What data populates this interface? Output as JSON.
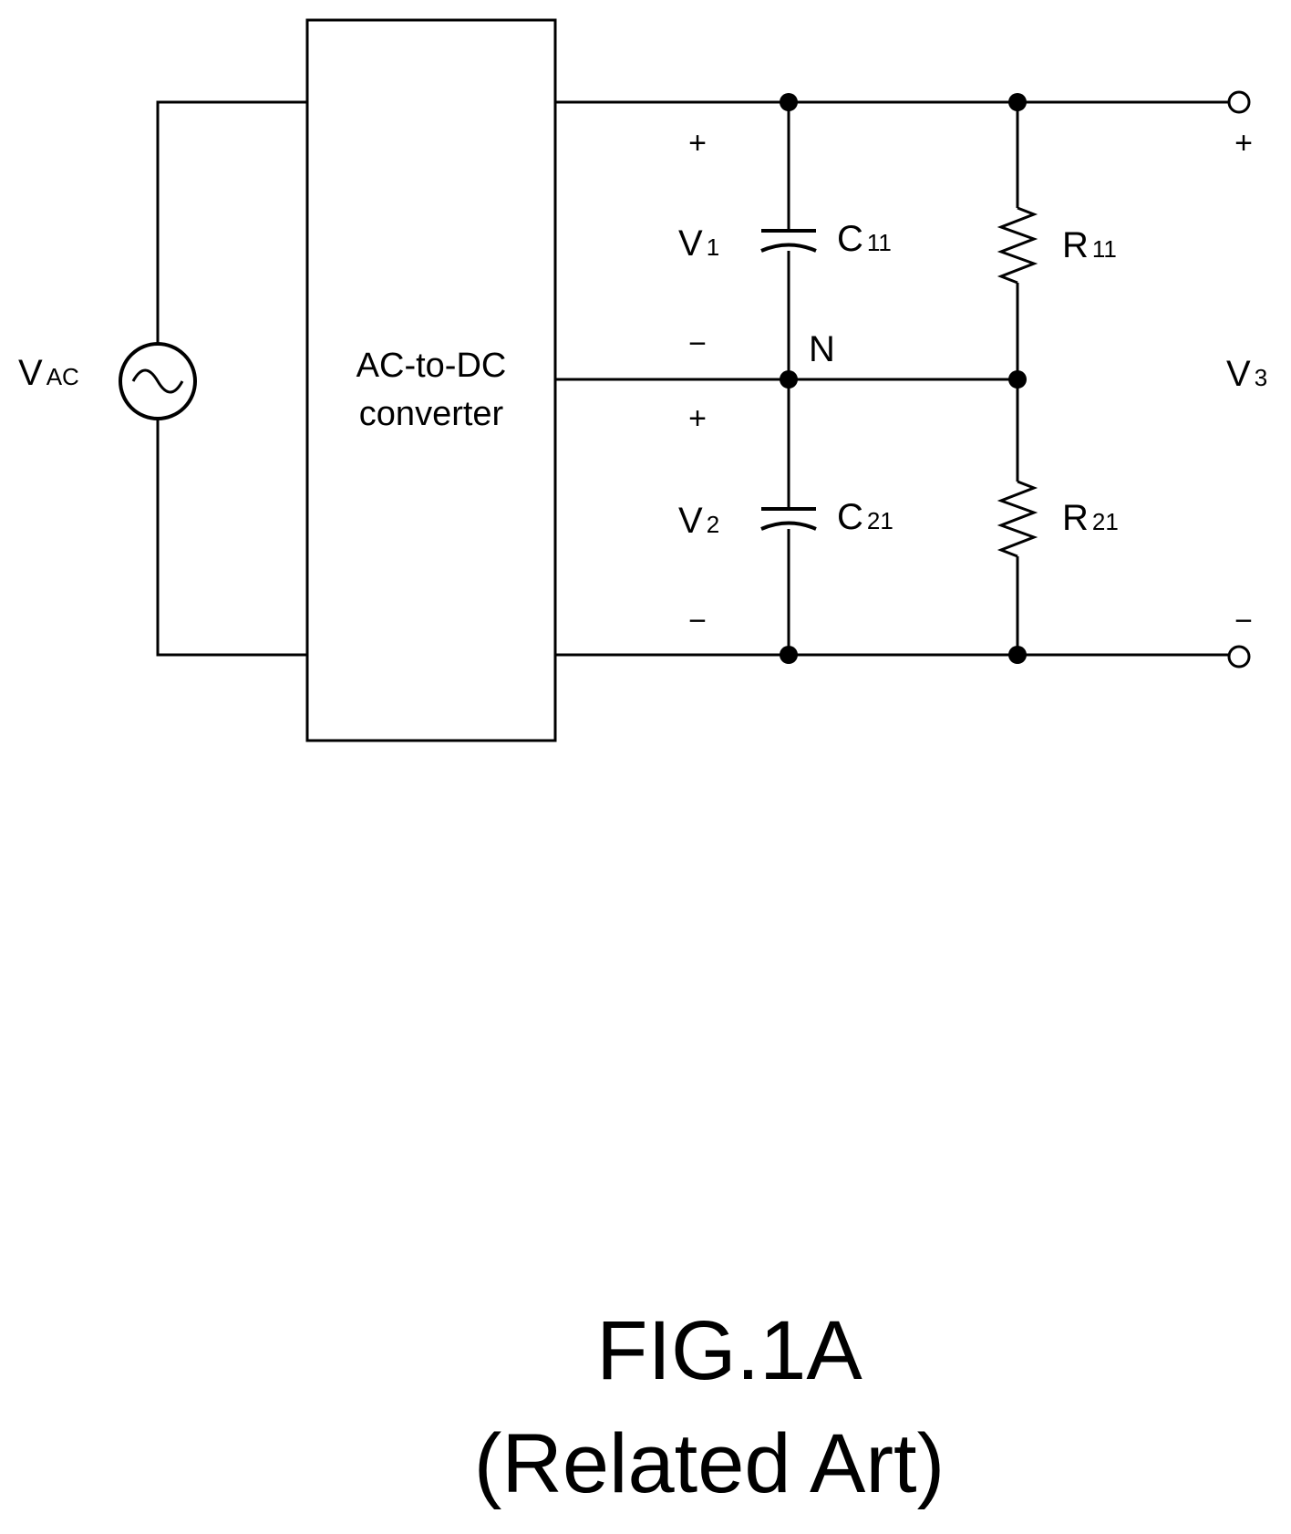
{
  "source": {
    "main": "V",
    "sub": "AC"
  },
  "converter": {
    "line1": "AC-to-DC",
    "line2": "converter"
  },
  "v1": {
    "main": "V",
    "sub": "1"
  },
  "v2": {
    "main": "V",
    "sub": "2"
  },
  "v3": {
    "main": "V",
    "sub": "3"
  },
  "c11": {
    "main": "C",
    "sub": "11"
  },
  "c21": {
    "main": "C",
    "sub": "21"
  },
  "r11": {
    "main": "R",
    "sub": "11"
  },
  "r21": {
    "main": "R",
    "sub": "21"
  },
  "node_n": "N",
  "signs": {
    "plus": "+",
    "minus": "−"
  },
  "caption": {
    "line1": "FIG.1A",
    "line2": "(Related Art)"
  }
}
